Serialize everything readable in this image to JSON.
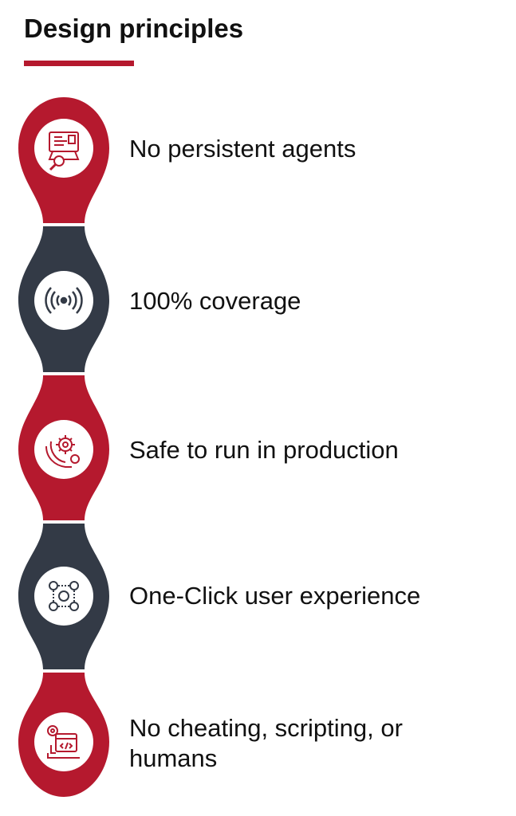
{
  "title": "Design principles",
  "colors": {
    "red": "#b5192e",
    "dark": "#333a46",
    "white": "#ffffff"
  },
  "items": [
    {
      "label": "No persistent agents",
      "icon": "monitor-magnifier-icon",
      "color": "red"
    },
    {
      "label": "100% coverage",
      "icon": "radar-waves-icon",
      "color": "dark"
    },
    {
      "label": "Safe to run in production",
      "icon": "hand-gears-icon",
      "color": "red"
    },
    {
      "label": "One-Click user experience",
      "icon": "workflow-nodes-icon",
      "color": "dark"
    },
    {
      "label": "No cheating, scripting, or\nhumans",
      "icon": "code-terminal-icon",
      "color": "red"
    }
  ]
}
